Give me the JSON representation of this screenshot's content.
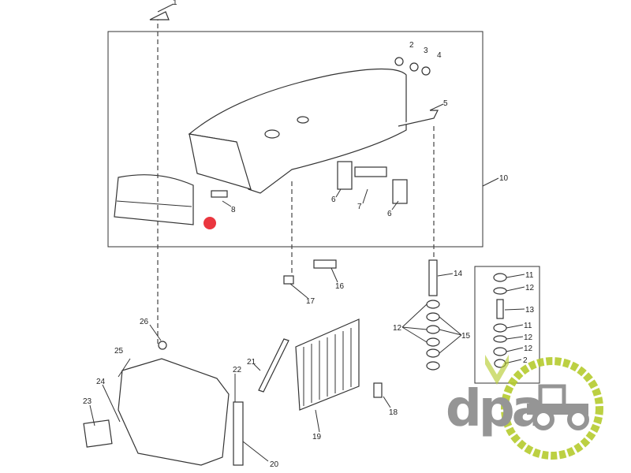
{
  "diagram": {
    "callouts": [
      "1",
      "2",
      "3",
      "4",
      "5",
      "6",
      "6",
      "7",
      "8",
      "10",
      "11",
      "12",
      "13",
      "11",
      "12",
      "12",
      "2",
      "12",
      "14",
      "15",
      "16",
      "17",
      "18",
      "19",
      "20",
      "21",
      "22",
      "23",
      "24",
      "25",
      "26"
    ],
    "colors": {
      "line": "#333333",
      "highlight": "#e8202a",
      "logo_green": "#b5cc2e",
      "logo_grey": "#8a8a8a"
    }
  },
  "logo": {
    "text": "dpa"
  }
}
